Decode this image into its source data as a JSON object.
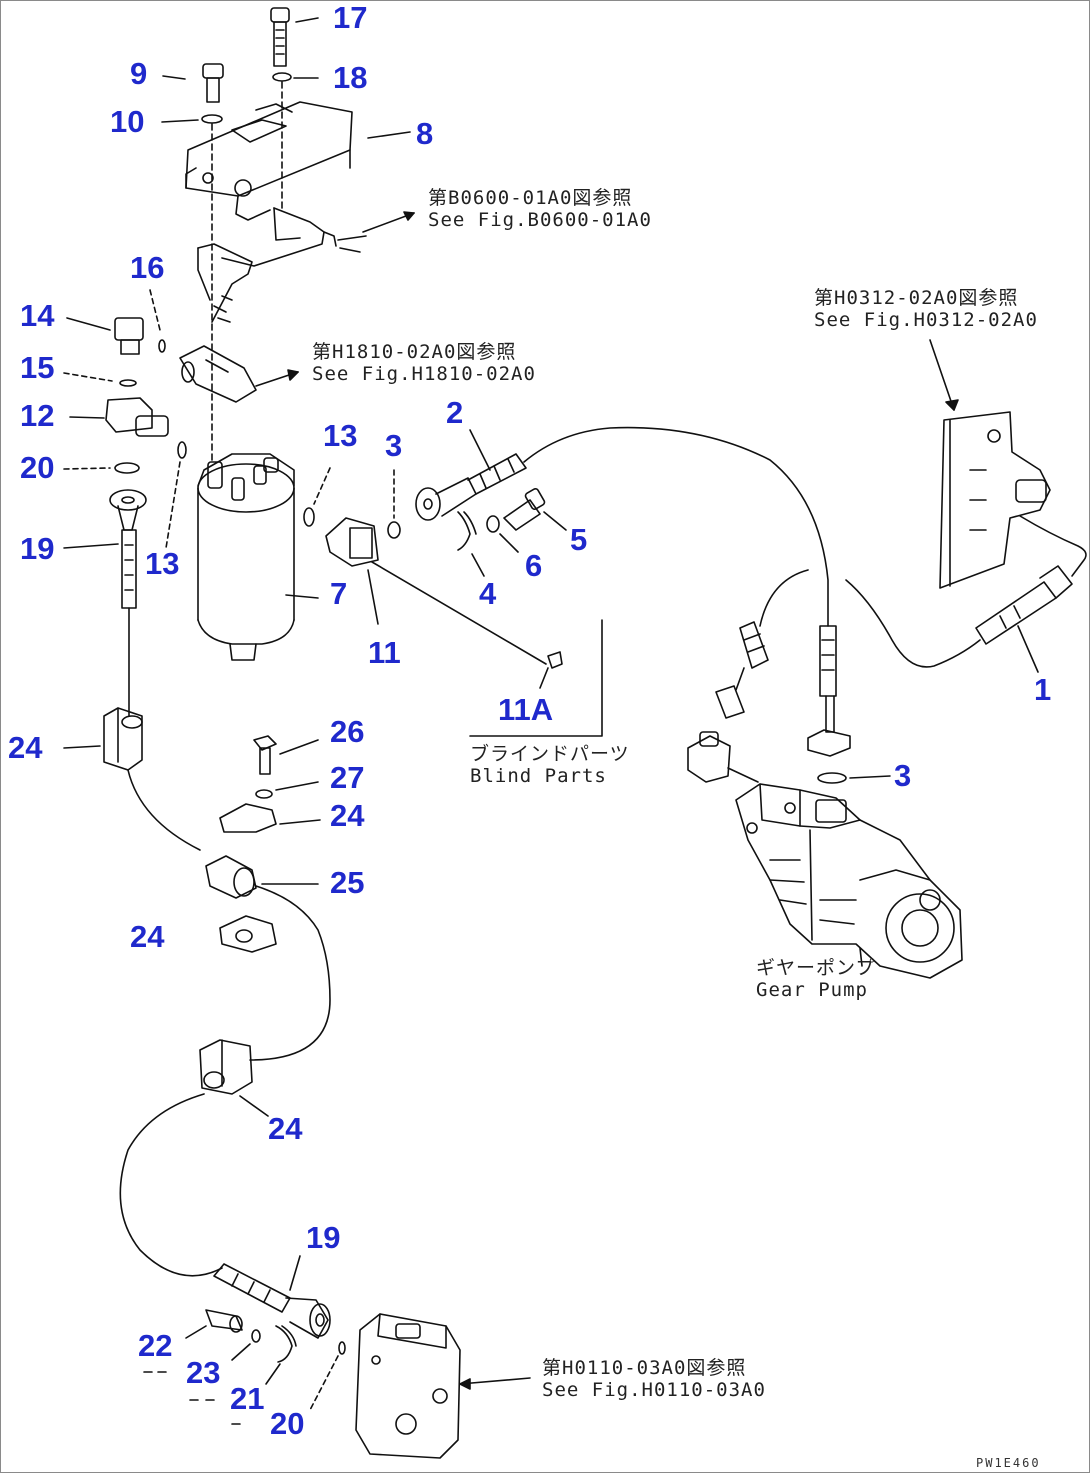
{
  "labels": {
    "p17": "17",
    "p9": "9",
    "p18": "18",
    "p10": "10",
    "p8": "8",
    "p16": "16",
    "p14": "14",
    "p15": "15",
    "p12": "12",
    "p20a": "20",
    "p19a": "19",
    "p13a": "13",
    "p13b": "13",
    "p7": "7",
    "p3a": "3",
    "p2": "2",
    "p5": "5",
    "p6": "6",
    "p4": "4",
    "p11": "11",
    "p11A": "11A",
    "p1": "1",
    "p3b": "3",
    "p24a": "24",
    "p26": "26",
    "p27": "27",
    "p24b": "24",
    "p25": "25",
    "p24c": "24",
    "p24d": "24",
    "p19b": "19",
    "p22": "22",
    "p23": "23",
    "p21": "21",
    "p20b": "20"
  },
  "references": {
    "r1_jp": "第B0600-01A0図参照",
    "r1_en": "See Fig.B0600-01A0",
    "r2_jp": "第H1810-02A0図参照",
    "r2_en": "See Fig.H1810-02A0",
    "r3_jp": "第H0312-02A0図参照",
    "r3_en": "See Fig.H0312-02A0",
    "r4_jp": "第H0110-03A0図参照",
    "r4_en": "See Fig.H0110-03A0"
  },
  "notes": {
    "blind_jp": "ブラインドパーツ",
    "blind_en": "Blind Parts",
    "pump_jp": "ギヤーポンプ",
    "pump_en": "Gear Pump"
  },
  "drawing_code": "PW1E460",
  "colors": {
    "label": "#1f29cc",
    "line": "#111111"
  }
}
